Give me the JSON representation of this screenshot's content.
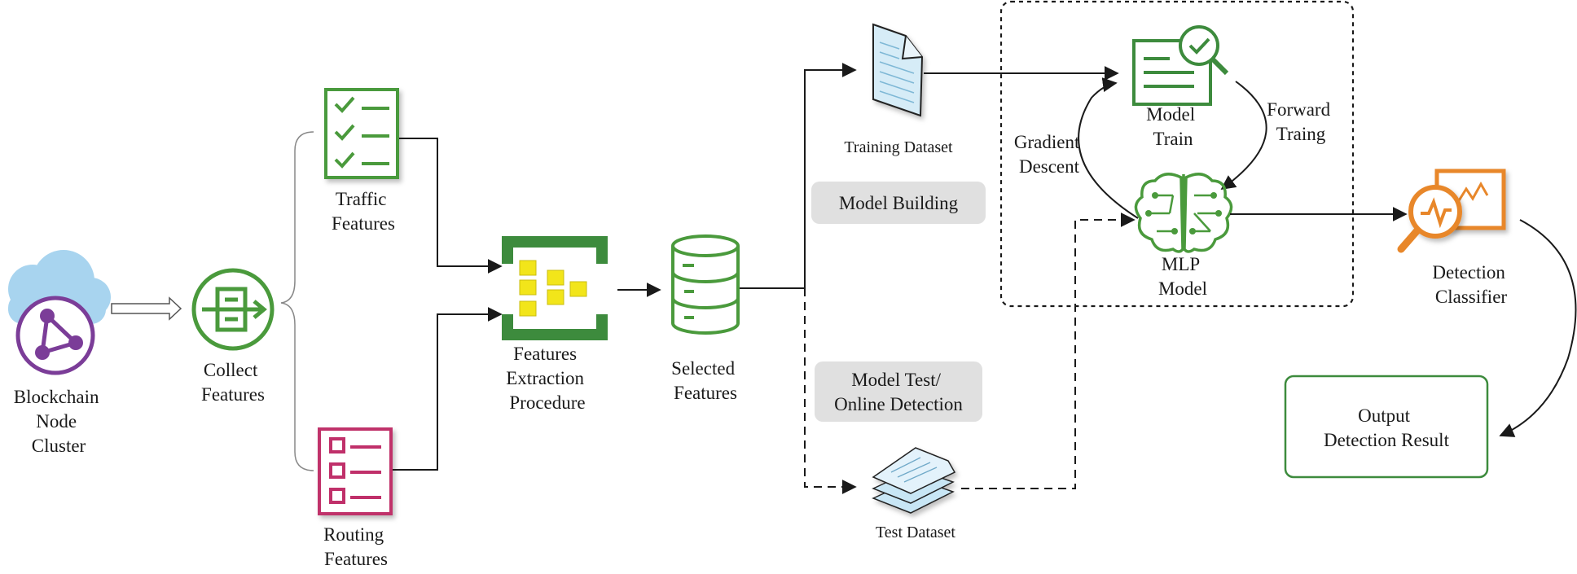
{
  "diagram": {
    "blockchain": [
      "Blockchain",
      "Node",
      "Cluster"
    ],
    "collect": [
      "Collect",
      "Features"
    ],
    "traffic": [
      "Traffic",
      "Features"
    ],
    "routing": [
      "Routing",
      "Features"
    ],
    "extraction": [
      "Features",
      "Extraction",
      "Procedure"
    ],
    "selected": [
      "Selected",
      "Features"
    ],
    "training_dataset": "Training Dataset",
    "test_dataset": "Test Dataset",
    "model_building": "Model Building",
    "model_test": [
      "Model Test/",
      "Online Detection"
    ],
    "model_train": [
      "Model",
      "Train"
    ],
    "gradient_descent": [
      "Gradient",
      "Descent"
    ],
    "forward_training": [
      "Forward",
      "Traing"
    ],
    "mlp_model": [
      "MLP",
      "Model"
    ],
    "detection_classifier": [
      "Detection",
      "Classifier"
    ],
    "output": [
      "Output",
      "Detection Result"
    ]
  },
  "colors": {
    "green": "#3d8b3d",
    "green_bright": "#4a9a3c",
    "crimson": "#c0306a",
    "purple": "#7b3d98",
    "cloud": "#a8d4ef",
    "yellow": "#f2e51a",
    "orange": "#e8872a",
    "pill": "#e0e0e0"
  }
}
